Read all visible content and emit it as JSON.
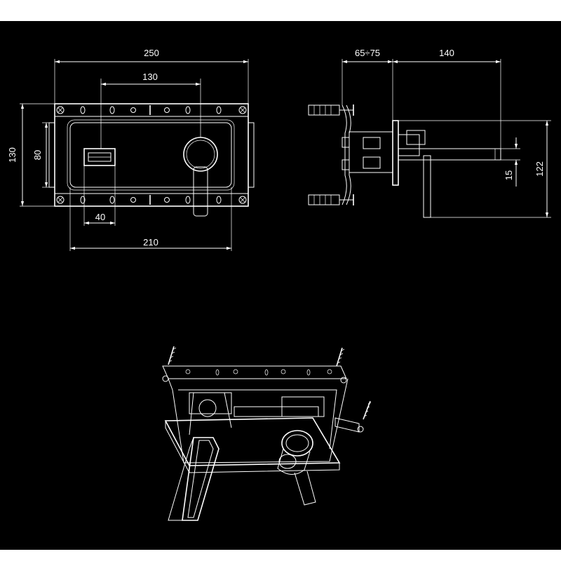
{
  "colors": {
    "background": "#000000",
    "lines": "#ffffff",
    "page": "#ffffff"
  },
  "front_view": {
    "dim_overall_width": "250",
    "dim_handle_offset": "130",
    "dim_overall_height": "130",
    "dim_inner_height": "80",
    "dim_valve_width": "40",
    "dim_box_width": "210"
  },
  "side_view": {
    "dim_wall_depth": "65÷75",
    "dim_spout_length": "140",
    "dim_spout_height": "15",
    "dim_overall_height": "122"
  }
}
